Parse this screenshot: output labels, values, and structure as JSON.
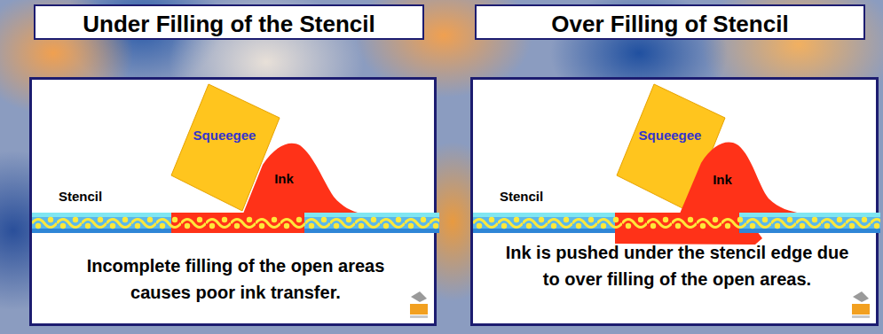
{
  "diagram": {
    "nodes": [
      {
        "text": [
          "Under Filling of the Stencil"
        ]
      },
      {
        "text": [
          "Incomplete filling of the open areas causes poor ink transfer."
        ]
      },
      {
        "text": [
          "Squeegee"
        ],
        "in": 1
      },
      {
        "text": [
          "Ink"
        ],
        "in": 1
      },
      {
        "text": [
          "Stencil"
        ],
        "in": 1
      },
      {
        "text": [
          "Over Filling of Stencil"
        ]
      },
      {
        "text": [
          "Ink is pushed under the stencil edge due to over filling of the open areas."
        ]
      },
      {
        "text": [
          "Squeegee"
        ],
        "in": 6
      },
      {
        "text": [
          "Ink"
        ],
        "in": 6
      },
      {
        "text": [
          "Stencil"
        ],
        "in": 6
      }
    ]
  }
}
